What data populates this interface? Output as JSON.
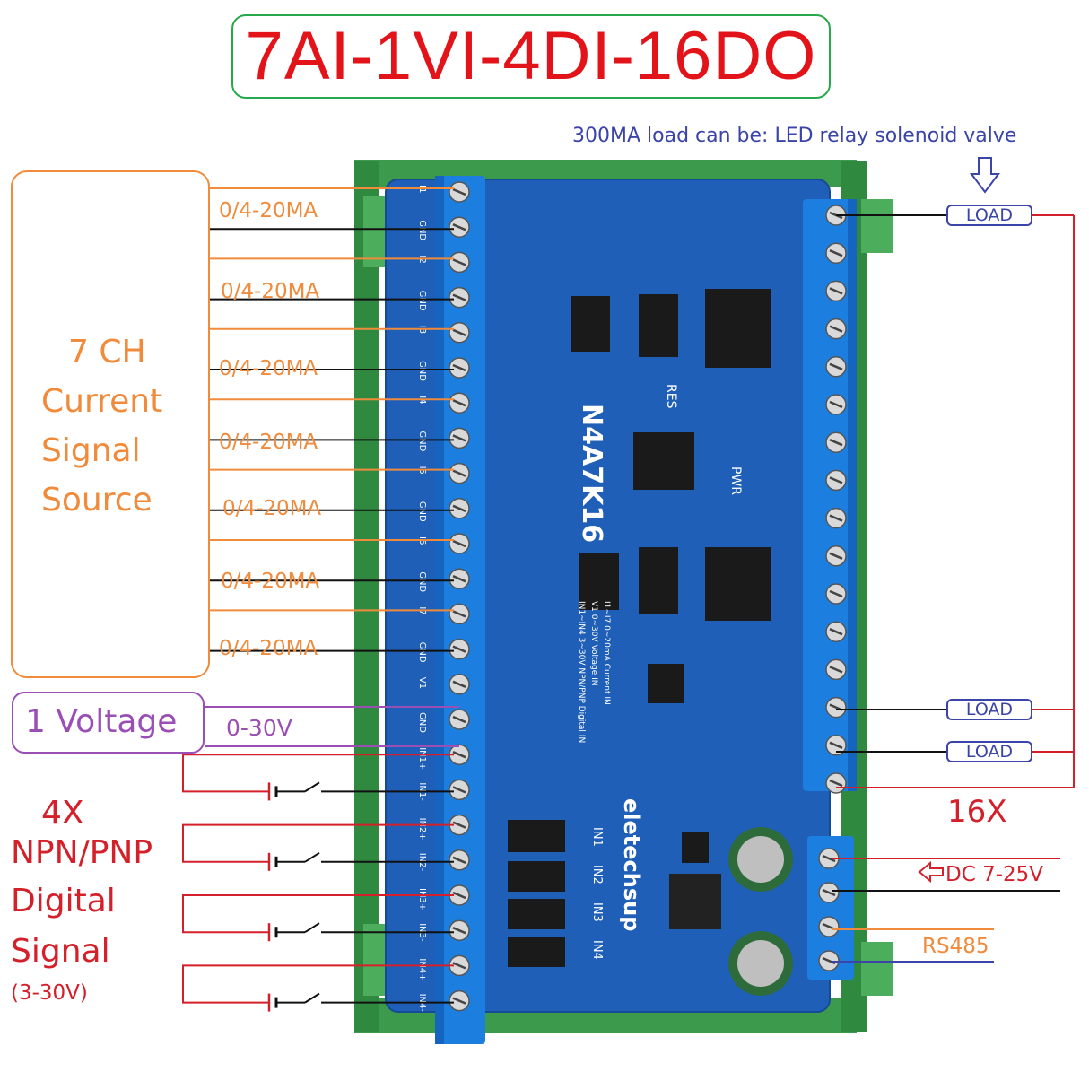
{
  "title": "7AI-1VI-4DI-16DO",
  "load_note": "300MA load can be: LED relay solenoid valve",
  "current_source": {
    "lines": [
      "7 CH",
      "Current",
      "Signal",
      "Source"
    ],
    "channel_label": "0/4-20MA"
  },
  "voltage_input": {
    "label": "1 Voltage",
    "range": "0-30V"
  },
  "digital_input": {
    "lines": [
      "4X",
      "NPN/PNP",
      "Digital",
      "Signal"
    ],
    "range": "(3-30V)"
  },
  "outputs": {
    "load_label": "LOAD",
    "count": "16X"
  },
  "power": {
    "label": "DC 7-25V",
    "comm": "RS485"
  },
  "board": {
    "model": "N4A7K16",
    "brand": "eletechsup",
    "notes": [
      "I1~I7 0~20mA Current IN",
      "V1 0~30V Voltage IN",
      "IN1~IN4 3~30V NPN/PNP Digital IN"
    ],
    "res_label": "RES",
    "pwr_label": "PWR",
    "in_labels": [
      "IN1",
      "IN2",
      "IN3",
      "IN4"
    ],
    "terminal_labels": [
      "I1",
      "GND",
      "I2",
      "GND",
      "I3",
      "GND",
      "I4",
      "GND",
      "I5",
      "GND",
      "I6",
      "GND",
      "I7",
      "GND",
      "V1",
      "GND",
      "IN1+",
      "IN1-",
      "IN2+",
      "IN2-",
      "IN3+",
      "IN3-",
      "IN4+",
      "IN4-"
    ]
  },
  "colors": {
    "title": "#e2141a",
    "frame": "#27a84a",
    "current": "#f08b3c",
    "voltage": "#9a4fb5",
    "digital": "#d4202a",
    "load": "#3b44a8",
    "pcb": "#1f5fb8",
    "rail": "#3b9a4c",
    "terminal": "#1c7fe0"
  }
}
